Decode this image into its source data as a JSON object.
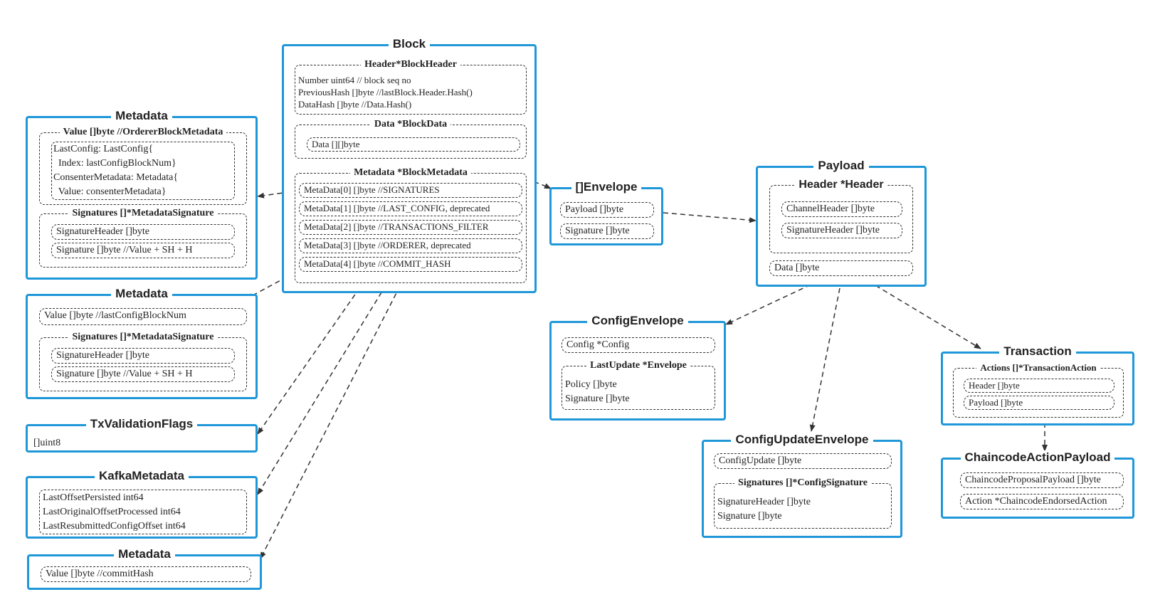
{
  "block": {
    "title": "Block",
    "header": {
      "title": "Header*BlockHeader",
      "lines": [
        "Number uint64 // block seq no",
        "PreviousHash []byte //lastBlock.Header.Hash()",
        "DataHash []byte //Data.Hash()"
      ]
    },
    "data": {
      "title": "Data *BlockData",
      "field": "Data [][]byte"
    },
    "metadata": {
      "title": "Metadata *BlockMetadata",
      "fields": [
        "MetaData[0] []byte //SIGNATURES",
        "MetaData[1] []byte //LAST_CONFIG, deprecated",
        "MetaData[2] []byte //TRANSACTIONS_FILTER",
        "MetaData[3] []byte //ORDERER, deprecated",
        "MetaData[4] []byte //COMMIT_HASH"
      ]
    }
  },
  "metadata_signatures": {
    "title": "Metadata",
    "value_title": "Value []byte //OrdererBlockMetadata",
    "value_lines": [
      "LastConfig: LastConfig{",
      "  Index: lastConfigBlockNum}",
      "ConsenterMetadata: Metadata{",
      "  Value: consenterMetadata}"
    ],
    "sig_title": "Signatures []*MetadataSignature",
    "sig_fields": [
      "SignatureHeader []byte",
      "Signature []byte //Value + SH + H"
    ]
  },
  "metadata_last_config": {
    "title": "Metadata",
    "value": "Value []byte //lastConfigBlockNum",
    "sig_title": "Signatures []*MetadataSignature",
    "sig_fields": [
      "SignatureHeader []byte",
      "Signature []byte //Value + SH + H"
    ]
  },
  "tx_validation_flags": {
    "title": "TxValidationFlags",
    "field": "[]uint8"
  },
  "kafka_metadata": {
    "title": "KafkaMetadata",
    "lines": [
      "LastOffsetPersisted int64",
      "LastOriginalOffsetProcessed int64",
      "LastResubmittedConfigOffset int64"
    ]
  },
  "metadata_commit": {
    "title": "Metadata",
    "value": "Value []byte //commitHash"
  },
  "envelope": {
    "title": "[]Envelope",
    "fields": [
      "Payload []byte",
      "Signature []byte"
    ]
  },
  "payload": {
    "title": "Payload",
    "header_title": "Header *Header",
    "header_fields": [
      "ChannelHeader []byte",
      "SignatureHeader []byte"
    ],
    "data_field": "Data []byte"
  },
  "config_envelope": {
    "title": "ConfigEnvelope",
    "config_field": "Config *Config",
    "last_update_title": "LastUpdate *Envelope",
    "last_update_lines": [
      "Policy []byte",
      "Signature []byte"
    ]
  },
  "config_update_envelope": {
    "title": "ConfigUpdateEnvelope",
    "update_field": "ConfigUpdate []byte",
    "sig_title": "Signatures []*ConfigSignature",
    "sig_lines": [
      "SignatureHeader []byte",
      "Signature []byte"
    ]
  },
  "transaction": {
    "title": "Transaction",
    "actions_title": "Actions []*TransactionAction",
    "fields": [
      "Header []byte",
      "Payload []byte"
    ]
  },
  "chaincode_action_payload": {
    "title": "ChaincodeActionPayload",
    "fields": [
      "ChaincodeProposalPayload []byte",
      "Action *ChaincodeEndorsedAction"
    ]
  },
  "colors": {
    "box_border": "#1f97d8",
    "dashed": "#333333",
    "arrow": "#333333"
  }
}
